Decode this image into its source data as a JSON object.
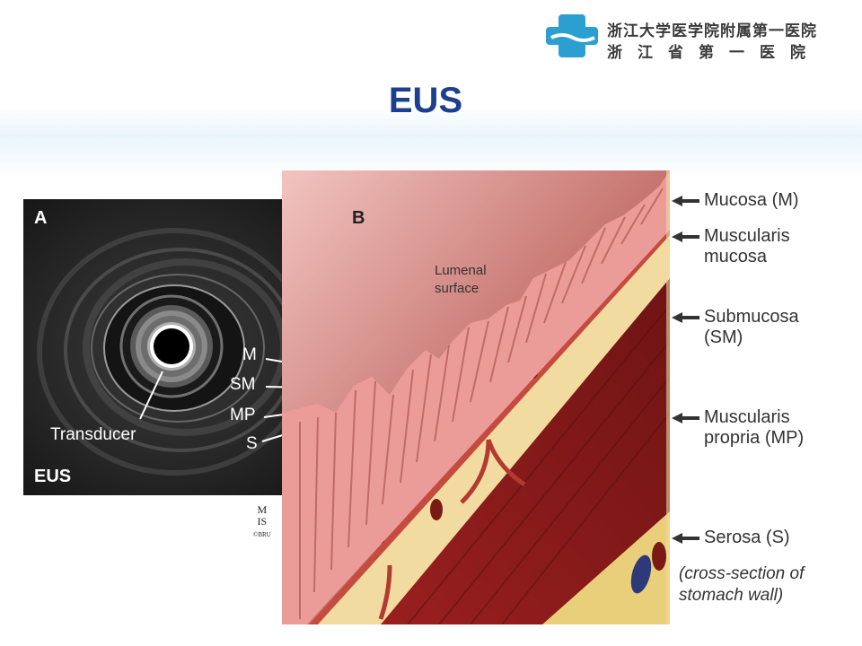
{
  "header": {
    "hospital_name_line1": "浙江大学医学院附属第一医院",
    "hospital_name_line2": "浙江省第一医院",
    "logo_icon": "medical-cross-logo-icon",
    "logo_color": "#2a9fd0"
  },
  "title": "EUS",
  "panel_a": {
    "letter": "A",
    "transducer_label": "Transducer",
    "layer_labels": [
      "M",
      "SM",
      "MP",
      "S"
    ],
    "footer_label": "EUS"
  },
  "panel_b": {
    "letter": "B",
    "lumenal_label": "Lumenal surface",
    "layer_labels": [
      "Mucosa (M)",
      "Muscularis mucosa",
      "Submucosa (SM)",
      "Muscularis propria (MP)",
      "Serosa (S)"
    ],
    "note": "(cross-section of stomach wall)"
  },
  "signature": {
    "letters": "M IS",
    "caption": "©BRU"
  }
}
